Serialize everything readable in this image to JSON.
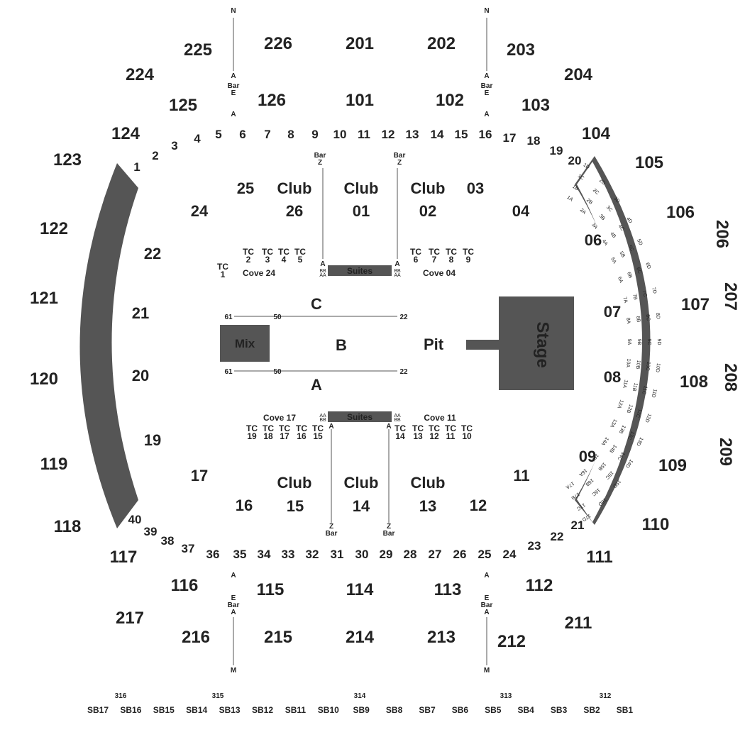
{
  "colors": {
    "dark": "#555555",
    "text": "#222222",
    "background": "#ffffff"
  },
  "upper_sections": [
    "225",
    "226",
    "201",
    "202",
    "203",
    "224",
    "204",
    "206",
    "207",
    "208",
    "209",
    "217",
    "216",
    "215",
    "214",
    "213",
    "212",
    "211"
  ],
  "lower_sections": [
    "125",
    "126",
    "101",
    "102",
    "103",
    "124",
    "104",
    "123",
    "105",
    "122",
    "106",
    "121",
    "107",
    "120",
    "108",
    "119",
    "109",
    "118",
    "110",
    "117",
    "111",
    "116",
    "115",
    "114",
    "113",
    "112"
  ],
  "arena_top_row": [
    "1",
    "2",
    "3",
    "4",
    "5",
    "6",
    "7",
    "8",
    "9",
    "10",
    "11",
    "12",
    "13",
    "14",
    "15",
    "16",
    "17",
    "18",
    "19",
    "20"
  ],
  "arena_bottom_row": [
    "40",
    "39",
    "38",
    "37",
    "36",
    "35",
    "34",
    "33",
    "32",
    "31",
    "30",
    "29",
    "28",
    "27",
    "26",
    "25",
    "24",
    "23",
    "22",
    "21"
  ],
  "floor_sections": {
    "top_left": [
      "25",
      "24",
      "22",
      "26"
    ],
    "left": [
      "21",
      "20",
      "19",
      "17",
      "16"
    ],
    "top_right": [
      "03",
      "04",
      "06",
      "01",
      "02"
    ],
    "right": [
      "07",
      "08",
      "09",
      "11",
      "12"
    ],
    "bottom": [
      "15",
      "14",
      "13"
    ]
  },
  "club_label": "Club",
  "suites_label": "Suites",
  "coves": [
    "Cove 24",
    "Cove 04",
    "Cove 17",
    "Cove 11"
  ],
  "tc_label": "TC",
  "tc_top": [
    "1",
    "2",
    "3",
    "4",
    "5",
    "6",
    "7",
    "8",
    "9"
  ],
  "tc_bottom": [
    "19",
    "18",
    "17",
    "16",
    "15",
    "14",
    "13",
    "12",
    "11",
    "10"
  ],
  "floor": {
    "c": "C",
    "b": "B",
    "a": "A",
    "pit": "Pit",
    "mix": "Mix",
    "stage": "Stage",
    "row_start": "61",
    "row_mid": "50",
    "row_end": "22"
  },
  "entry": {
    "north": "N",
    "aisle": "A",
    "bar": "Bar",
    "elevator": "E",
    "z": "Z",
    "aa": "AA",
    "bb": "BB",
    "m": "M"
  },
  "boxes": [
    "1A",
    "1B",
    "1C",
    "1D",
    "2A",
    "2B",
    "2C",
    "2D",
    "3A",
    "3B",
    "3C",
    "3D",
    "4A",
    "4B",
    "4C",
    "4D",
    "5A",
    "5B",
    "5C",
    "5D",
    "6A",
    "6B",
    "6C",
    "6D",
    "7A",
    "7B",
    "7C",
    "7D",
    "8A",
    "8B",
    "8C",
    "8D",
    "9A",
    "9B",
    "9C",
    "9D",
    "10A",
    "10B",
    "10C",
    "10D",
    "11A",
    "11B",
    "11C",
    "11D",
    "12A",
    "12B",
    "12C",
    "12D",
    "13A",
    "13B",
    "13C",
    "13D",
    "14A",
    "14B",
    "14C",
    "14D",
    "15A",
    "15B",
    "15C",
    "15D",
    "16A",
    "16B",
    "16C",
    "16D",
    "17A",
    "17B",
    "17C",
    "17D"
  ],
  "top_levels": [
    "316",
    "315",
    "314",
    "313",
    "312"
  ],
  "skyboxes": [
    "SB17",
    "SB16",
    "SB15",
    "SB14",
    "SB13",
    "SB12",
    "SB11",
    "SB10",
    "SB9",
    "SB8",
    "SB7",
    "SB6",
    "SB5",
    "SB4",
    "SB3",
    "SB2",
    "SB1"
  ]
}
